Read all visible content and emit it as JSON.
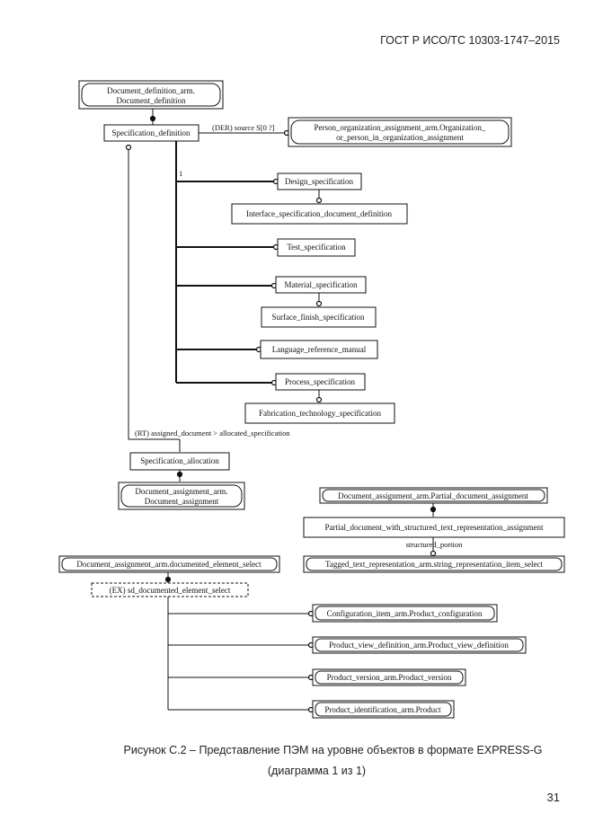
{
  "page": {
    "header": "ГОСТ Р ИСО/ТС 10303-1747–2015",
    "number": "31",
    "caption_line1": "Рисунок  С.2 – Представление ПЭМ на уровне объектов в формате EXPRESS-G",
    "caption_line2": "(диаграмма 1 из 1)"
  },
  "diagram": {
    "entities": {
      "doc_def": {
        "lines": [
          "Document_definition_arm.",
          "Document_definition"
        ]
      },
      "spec_def": {
        "lines": [
          "Specification_definition"
        ]
      },
      "person_org": {
        "lines": [
          "Person_organization_assignment_arm.Organization_",
          "or_person_in_organization_assignment"
        ]
      },
      "design_spec": {
        "lines": [
          "Design_specification"
        ]
      },
      "interface_spec": {
        "lines": [
          "Interface_specification_document_definition"
        ]
      },
      "test_spec": {
        "lines": [
          "Test_specification"
        ]
      },
      "material_spec": {
        "lines": [
          "Material_specification"
        ]
      },
      "surface_spec": {
        "lines": [
          "Surface_finish_specification"
        ]
      },
      "lang_ref": {
        "lines": [
          "Language_reference_manual"
        ]
      },
      "process_spec": {
        "lines": [
          "Process_specification"
        ]
      },
      "fab_tech": {
        "lines": [
          "Fabrication_technology_specification"
        ]
      },
      "spec_alloc": {
        "lines": [
          "Specification_allocation"
        ]
      },
      "doc_assign": {
        "lines": [
          "Document_assignment_arm.",
          "Document_assignment"
        ]
      },
      "partial_doc_assign": {
        "lines": [
          "Document_assignment_arm.Partial_document_assignment"
        ]
      },
      "partial_doc_struct": {
        "lines": [
          "Partial_document_with_structured_text_representation_assignment"
        ]
      },
      "tagged_text": {
        "lines": [
          "Tagged_text_representation_arm.string_representation_item_select"
        ]
      },
      "documented_elem": {
        "lines": [
          "Document_assignment_arm.documented_element_select"
        ]
      },
      "sd_select": {
        "lines": [
          "(EX) sd_documented_element_select"
        ]
      },
      "config_item": {
        "lines": [
          "Configuration_item_arm.Product_configuration"
        ]
      },
      "pvd": {
        "lines": [
          "Product_view_definition_arm.Product_view_definition"
        ]
      },
      "pver": {
        "lines": [
          "Product_version_arm.Product_version"
        ]
      },
      "pid": {
        "lines": [
          "Product_identification_arm.Product"
        ]
      }
    },
    "labels": {
      "der_source": "(DER) source S[0 ?]",
      "one": "1",
      "rt_assigned": "(RT) assigned_document > allocated_specification",
      "structured_portion": "structured_portion"
    }
  }
}
